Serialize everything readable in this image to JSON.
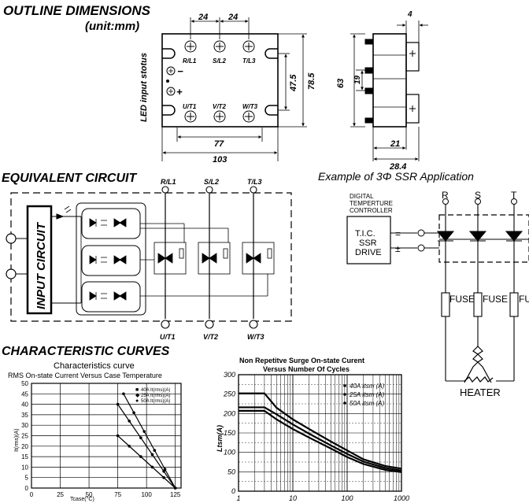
{
  "outline": {
    "title": "OUTLINE DIMENSIONS",
    "unit": "(unit:mm)",
    "led_label": "LED input stotus",
    "terminals_top": [
      "R/L1",
      "S/L2",
      "T/L3"
    ],
    "terminals_bottom": [
      "U/T1",
      "V/T2",
      "W/T3"
    ],
    "minus": "−",
    "plus": "+",
    "dim_24a": "24",
    "dim_24b": "24",
    "dim_47_5": "47.5",
    "dim_78_5": "78.5",
    "dim_77": "77",
    "dim_103": "103",
    "dim_4": "4",
    "dim_63": "63",
    "dim_19": "19",
    "dim_21": "21",
    "dim_28_4": "28.4"
  },
  "equivalent": {
    "title": "EQUIVALENT  CIRCUIT",
    "input_circuit": "INPUT CIRCUIT",
    "top_labels": [
      "R/L1",
      "S/L2",
      "T/L3"
    ],
    "bottom_labels": [
      "U/T1",
      "V/T2",
      "W/T3"
    ]
  },
  "application": {
    "title": "Example of 3Φ SSR Application",
    "controller_lines": [
      "DIGITAL",
      "TEMPERTURE",
      "CONTROLLER"
    ],
    "box_lines": [
      "T.I.C.",
      "SSR",
      "DRIVE"
    ],
    "minus": "=",
    "plus": "±",
    "phases": [
      "R",
      "S",
      "T"
    ],
    "fuse": "FUSE",
    "heater": "HEATER"
  },
  "characteristic": {
    "title": "CHARACTERISTIC  CURVES",
    "chart_title": "Characteristics  curve",
    "chart_subtitle": "RMS  On-state   Current   Versus   Case  Temperature"
  },
  "surge": {
    "title_line1": "Non  Repetitve  Surge  On-state  Curent",
    "title_line2": "Versus  Number  Of  Cycles"
  },
  "chart_data": [
    {
      "type": "line",
      "title": "Characteristics  curve",
      "subtitle": "RMS  On-state   Current   Versus   Case  Temperature",
      "xlabel": "Tcase(°C)",
      "ylabel": "It(rms)(A)",
      "xlim": [
        0,
        130
      ],
      "ylim": [
        0,
        50
      ],
      "x_ticks": [
        0,
        25,
        50,
        75,
        100,
        125
      ],
      "y_ticks": [
        0,
        5,
        10,
        15,
        20,
        25,
        30,
        35,
        40,
        45,
        50
      ],
      "legend_position": "top-right",
      "series": [
        {
          "name": "40A It(rms)(A)",
          "x": [
            75,
            125
          ],
          "y": [
            40,
            0
          ]
        },
        {
          "name": "25A It(rms)(A)",
          "x": [
            75,
            125
          ],
          "y": [
            25,
            0
          ]
        },
        {
          "name": "50A It(rms)(A)",
          "x": [
            80,
            125
          ],
          "y": [
            45,
            0
          ]
        }
      ]
    },
    {
      "type": "line",
      "title": "Non  Repetitve  Surge  On-state  Curent",
      "subtitle": "Versus  Number  Of  Cycles",
      "xlabel": "",
      "ylabel": "Ltsm(A)",
      "x_scale": "log",
      "xlim": [
        1,
        1000
      ],
      "ylim": [
        0,
        300
      ],
      "x_ticks": [
        1,
        10,
        100,
        1000
      ],
      "y_ticks": [
        0,
        50,
        100,
        150,
        200,
        250,
        300
      ],
      "grid": true,
      "legend_position": "top-right",
      "series": [
        {
          "name": "40A Itsm (A)",
          "x": [
            1,
            3,
            5,
            10,
            20,
            50,
            100,
            200,
            500,
            1000
          ],
          "y": [
            252,
            252,
            215,
            185,
            160,
            128,
            105,
            82,
            65,
            58
          ]
        },
        {
          "name": "25A Itsm (A)",
          "x": [
            1,
            3,
            5,
            10,
            20,
            50,
            100,
            200,
            500,
            1000
          ],
          "y": [
            207,
            207,
            185,
            160,
            138,
            110,
            88,
            70,
            55,
            49
          ]
        },
        {
          "name": "50A Itsm (A)",
          "x": [
            1,
            3,
            5,
            10,
            20,
            50,
            100,
            200,
            500,
            1000
          ],
          "y": [
            216,
            216,
            198,
            172,
            148,
            118,
            96,
            76,
            60,
            53
          ]
        }
      ]
    }
  ]
}
